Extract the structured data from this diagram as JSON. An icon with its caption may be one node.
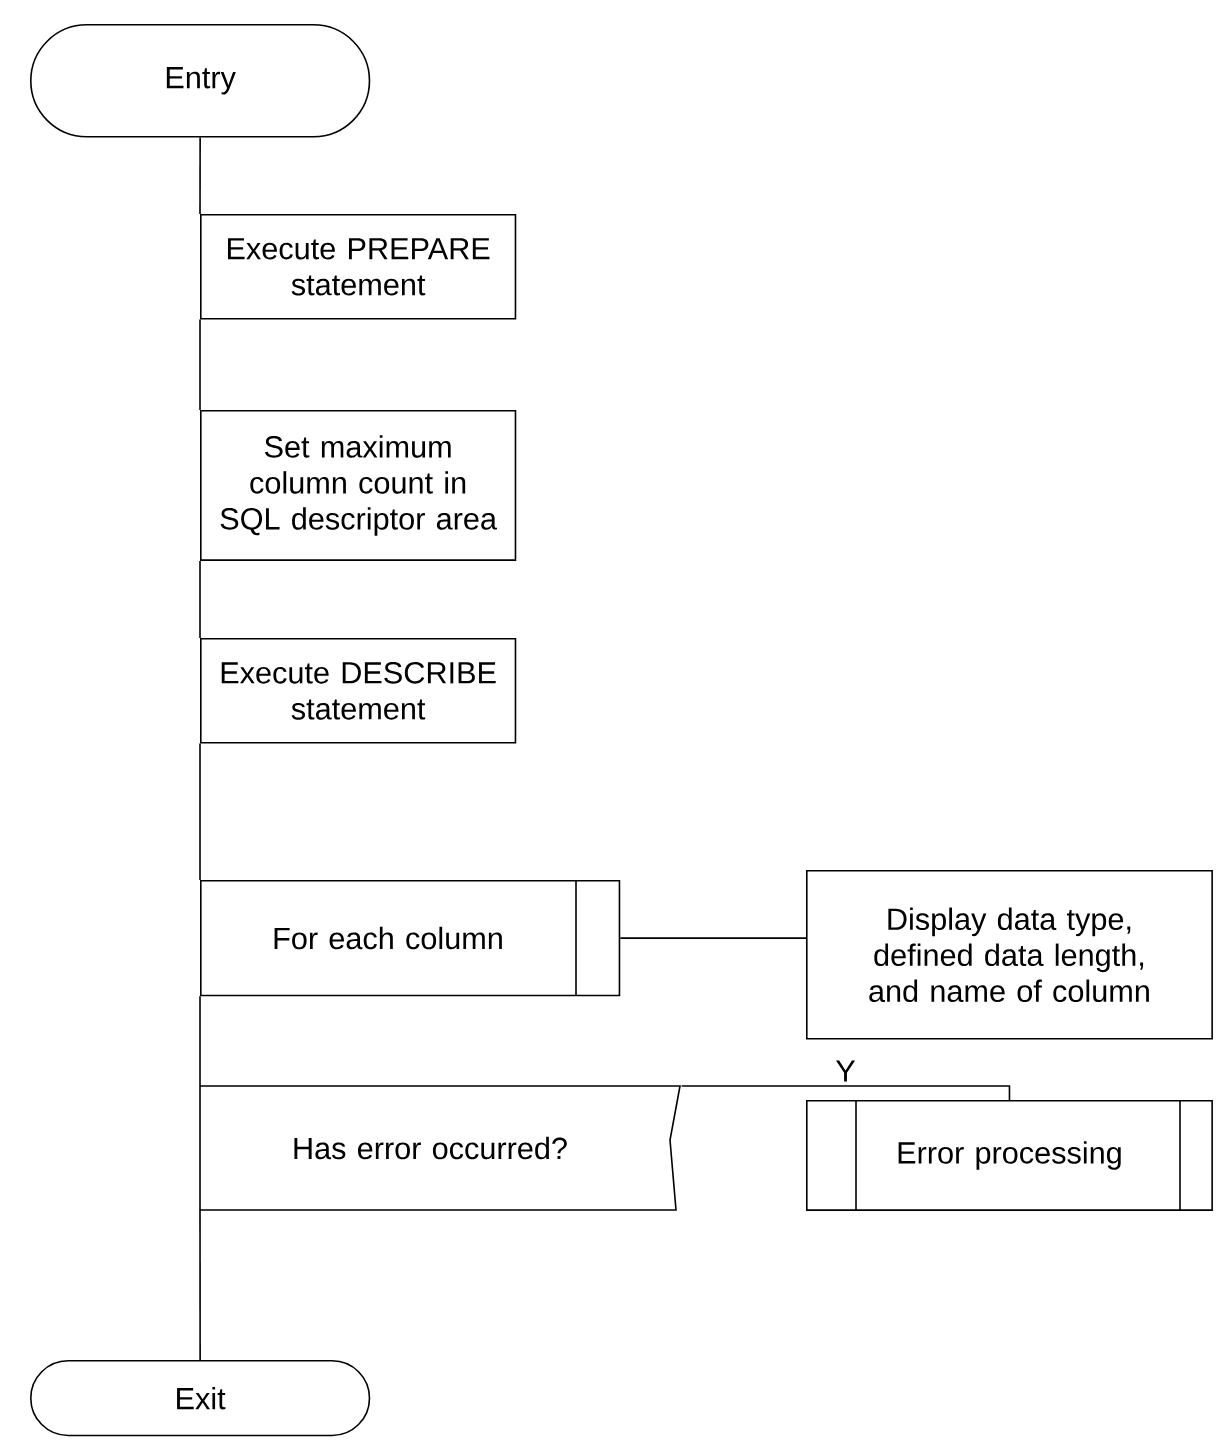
{
  "diagram": {
    "nodes": [
      {
        "text": [
          "Entry"
        ]
      },
      {
        "text": [
          "Execute PREPARE statement"
        ]
      },
      {
        "text": [
          "Set maximum column count in SQL descriptor area"
        ]
      },
      {
        "text": [
          "Execute DESCRIBE statement"
        ]
      },
      {
        "text": [
          "For each column"
        ]
      },
      {
        "text": [
          "Display data type, defined data length, and name of column"
        ]
      },
      {
        "text": [
          "Has error occurred?"
        ]
      },
      {
        "text": [
          "Error processing"
        ]
      },
      {
        "text": [
          "Exit"
        ]
      }
    ],
    "edges": [
      {
        "from": 0,
        "to": 1,
        "arrow": "none"
      },
      {
        "from": 1,
        "to": 2,
        "arrow": "none"
      },
      {
        "from": 2,
        "to": 3,
        "arrow": "none"
      },
      {
        "from": 3,
        "to": 4,
        "arrow": "none"
      },
      {
        "from": 4,
        "to": 5,
        "arrow": "none"
      },
      {
        "from": 4,
        "to": 6,
        "arrow": "none"
      },
      {
        "from": 6,
        "to": 7,
        "arrow": "none",
        "label": "Y"
      },
      {
        "from": 6,
        "to": 8,
        "arrow": "none"
      }
    ]
  }
}
